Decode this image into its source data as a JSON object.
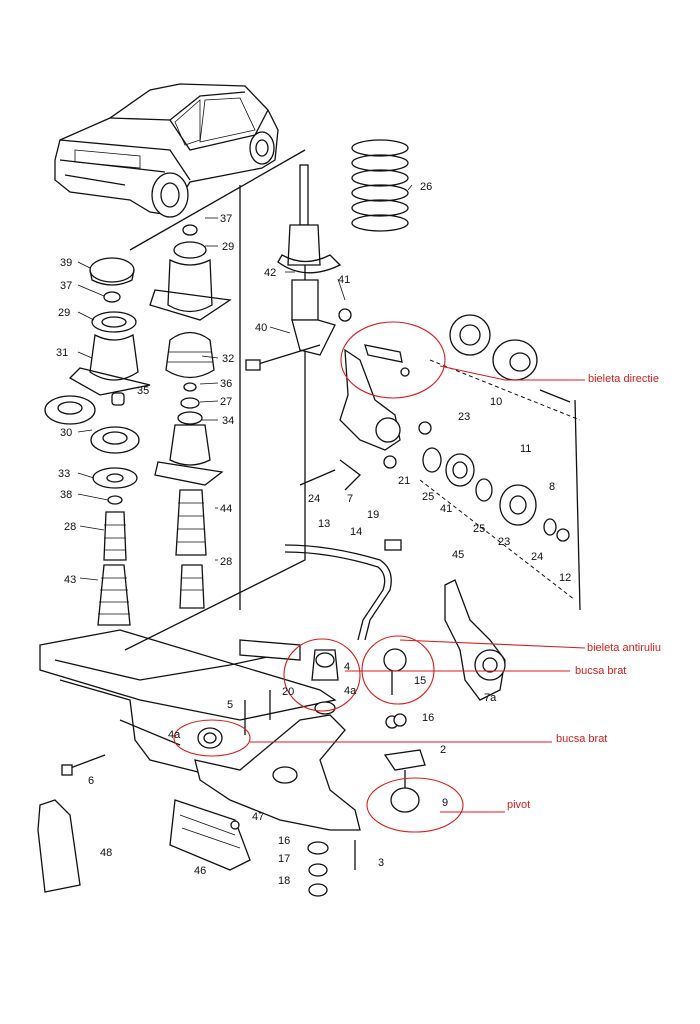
{
  "accent_color": "#d81c1c",
  "annotations": {
    "bieleta_directie": "bieleta directie",
    "bieleta_antiruliu": "bieleta antiruliu",
    "bucsa_brat_1": "bucsa brat",
    "bucsa_brat_2": "bucsa brat",
    "pivot": "pivot"
  },
  "part_numbers": {
    "n26": "26",
    "n37a": "37",
    "n29a": "29",
    "n39": "39",
    "n37b": "37",
    "n42": "42",
    "n41a": "41",
    "n29b": "29",
    "n40": "40",
    "n31": "31",
    "n32": "32",
    "n35": "35",
    "n36": "36",
    "n27": "27",
    "n34": "34",
    "n30": "30",
    "n10": "10",
    "n23a": "23",
    "n11": "11",
    "n33": "33",
    "n38": "38",
    "n21": "21",
    "n24a": "24",
    "n7": "7",
    "n25a": "25",
    "n41b": "41",
    "n8": "8",
    "n19": "19",
    "n44": "44",
    "n28a": "28",
    "n13": "13",
    "n14": "14",
    "n25b": "25",
    "n23b": "23",
    "n24b": "24",
    "n45": "45",
    "n12": "12",
    "n28b": "28",
    "n43": "43",
    "n4": "4",
    "n20": "20",
    "n4a": "4a",
    "n15": "15",
    "n7a": "7a",
    "n5": "5",
    "n16a": "16",
    "n4a2": "4a",
    "n2": "2",
    "n6": "6",
    "n9": "9",
    "n47": "47",
    "n48": "48",
    "n16b": "16",
    "n3": "3",
    "n17": "17",
    "n46": "46",
    "n18": "18"
  }
}
